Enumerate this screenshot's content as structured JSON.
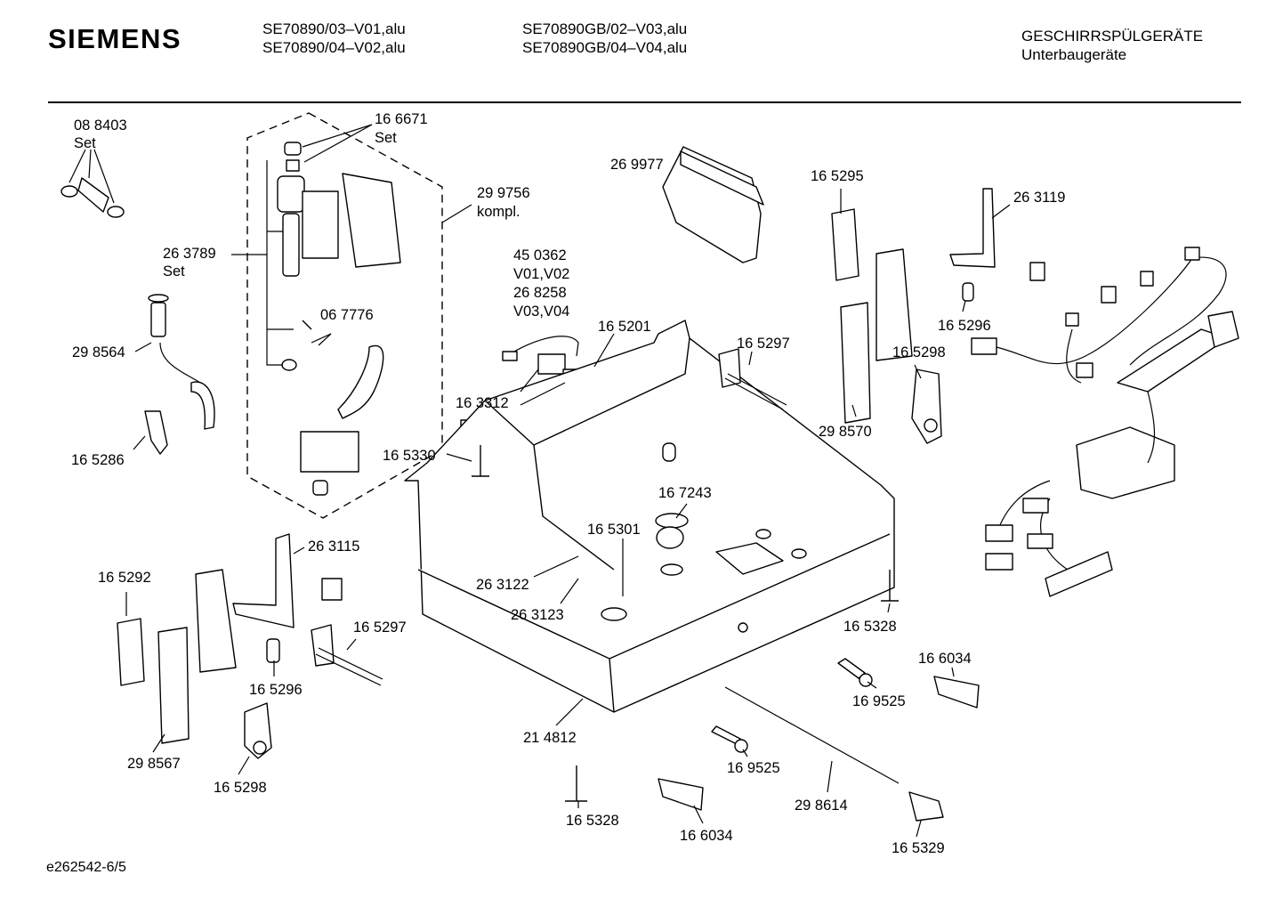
{
  "header": {
    "brand": "SIEMENS",
    "models_col1": [
      "SE70890/03–V01,alu",
      "SE70890/04–V02,alu"
    ],
    "models_col2": [
      "SE70890GB/02–V03,alu",
      "SE70890GB/04–V04,alu"
    ],
    "category": "GESCHIRRSPÜLGERÄTE",
    "subcategory": "Unterbaugeräte"
  },
  "parts": [
    {
      "id": "l1",
      "text": "08 8403"
    },
    {
      "id": "l2",
      "text": "Set"
    },
    {
      "id": "l3",
      "text": "16 6671"
    },
    {
      "id": "l4",
      "text": "Set"
    },
    {
      "id": "l5",
      "text": "29 9756"
    },
    {
      "id": "l6",
      "text": "kompl."
    },
    {
      "id": "l7",
      "text": "26 3789"
    },
    {
      "id": "l8",
      "text": "Set"
    },
    {
      "id": "l9",
      "text": "06 7776"
    },
    {
      "id": "l10",
      "text": "29 8564"
    },
    {
      "id": "l11",
      "text": "16 5286"
    },
    {
      "id": "l12",
      "text": "26 9977"
    },
    {
      "id": "l13",
      "text": "45 0362"
    },
    {
      "id": "l14",
      "text": "V01,V02"
    },
    {
      "id": "l15",
      "text": "26 8258"
    },
    {
      "id": "l16",
      "text": "V03,V04"
    },
    {
      "id": "l17",
      "text": "16 5201"
    },
    {
      "id": "l18",
      "text": "16 3312"
    },
    {
      "id": "l19",
      "text": "16 5330"
    },
    {
      "id": "l20",
      "text": "16 5297"
    },
    {
      "id": "l21",
      "text": "16 5295"
    },
    {
      "id": "l22",
      "text": "26 3119"
    },
    {
      "id": "l23",
      "text": "16 5296"
    },
    {
      "id": "l24",
      "text": "16 5298"
    },
    {
      "id": "l25",
      "text": "29 8570"
    },
    {
      "id": "l26",
      "text": "16 7243"
    },
    {
      "id": "l27",
      "text": "16 5301"
    },
    {
      "id": "l28",
      "text": "26 3115"
    },
    {
      "id": "l29",
      "text": "16 5292"
    },
    {
      "id": "l30",
      "text": "16 5297"
    },
    {
      "id": "l31",
      "text": "26 3122"
    },
    {
      "id": "l32",
      "text": "26 3123"
    },
    {
      "id": "l33",
      "text": "16 5296"
    },
    {
      "id": "l34",
      "text": "29 8567"
    },
    {
      "id": "l35",
      "text": "16 5298"
    },
    {
      "id": "l36",
      "text": "21 4812"
    },
    {
      "id": "l37",
      "text": "16 5328"
    },
    {
      "id": "l38",
      "text": "16 6034"
    },
    {
      "id": "l39",
      "text": "16 9525"
    },
    {
      "id": "l40",
      "text": "16 9525"
    },
    {
      "id": "l41",
      "text": "29 8614"
    },
    {
      "id": "l42",
      "text": "16 5328"
    },
    {
      "id": "l43",
      "text": "16 6034"
    },
    {
      "id": "l44",
      "text": "16 5329"
    }
  ],
  "footer": {
    "code": "e262542-6/5"
  }
}
